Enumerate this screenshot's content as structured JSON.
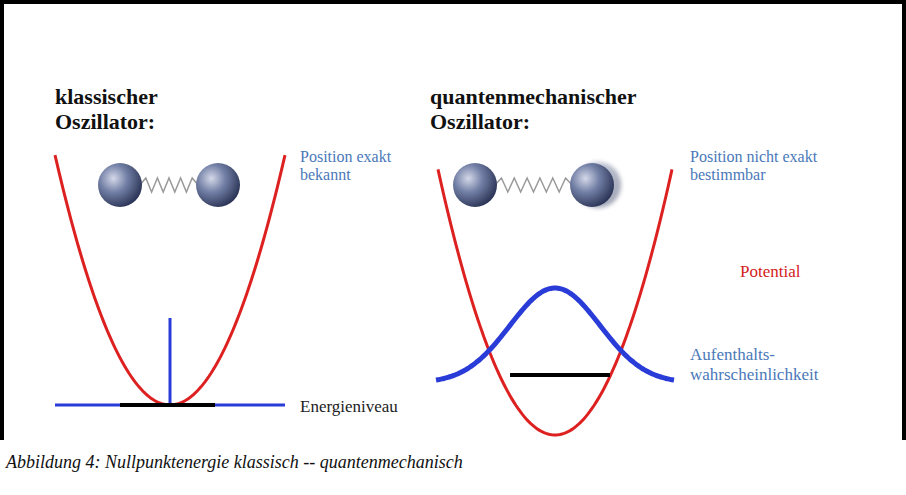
{
  "diagram": {
    "caption": "Abbildung 4: Nullpunktenergie klassisch -- quantenmechanisch",
    "labels": [
      "klassischer Oszillator:",
      "Position exakt bekannt",
      "Energieniveau",
      "quantenmechanischer Oszillator:",
      "Position nicht exakt bestimmbar",
      "Potential",
      "Aufenthalts- wahrscheinlichkeit"
    ]
  }
}
